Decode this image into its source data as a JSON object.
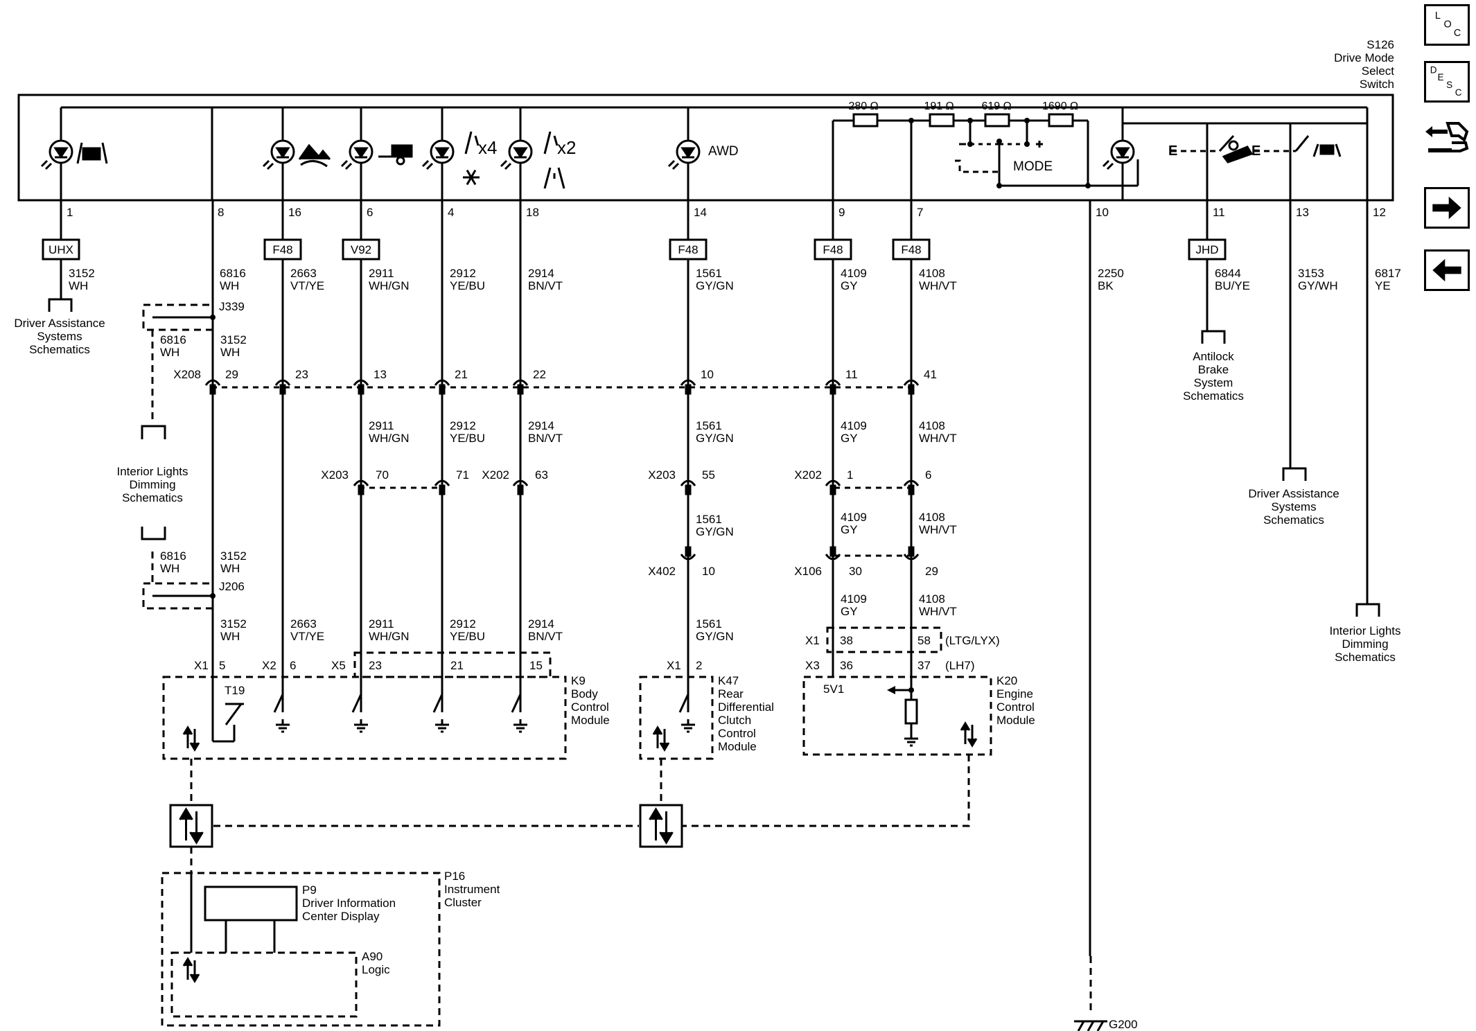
{
  "switch": {
    "ref": "S126",
    "name_lines": [
      "Drive Mode",
      "Select",
      "Switch"
    ],
    "resistors": [
      "280 Ω",
      "191 Ω",
      "619 Ω",
      "1690 Ω"
    ],
    "awd_label": "AWD",
    "mode_label": "MODE",
    "x4_label": "x4",
    "x2_label": "x2"
  },
  "pins": [
    {
      "pin": "1",
      "option": "UHX",
      "circuit": "3152",
      "color": "WH"
    },
    {
      "pin": "8",
      "option": "",
      "circuit": "6816",
      "color": "WH"
    },
    {
      "pin": "16",
      "option": "F48",
      "circuit": "2663",
      "color": "VT/YE"
    },
    {
      "pin": "6",
      "option": "V92",
      "circuit": "2911",
      "color": "WH/GN"
    },
    {
      "pin": "4",
      "option": "",
      "circuit": "2912",
      "color": "YE/BU"
    },
    {
      "pin": "18",
      "option": "",
      "circuit": "2914",
      "color": "BN/VT"
    },
    {
      "pin": "14",
      "option": "F48",
      "circuit": "1561",
      "color": "GY/GN"
    },
    {
      "pin": "9",
      "option": "F48",
      "circuit": "4109",
      "color": "GY"
    },
    {
      "pin": "7",
      "option": "F48",
      "circuit": "4108",
      "color": "WH/VT"
    },
    {
      "pin": "10",
      "option": "",
      "circuit": "2250",
      "color": "BK"
    },
    {
      "pin": "11",
      "option": "JHD",
      "circuit": "6844",
      "color": "BU/YE"
    },
    {
      "pin": "13",
      "option": "",
      "circuit": "3153",
      "color": "GY/WH"
    },
    {
      "pin": "12",
      "option": "",
      "circuit": "6817",
      "color": "YE"
    }
  ],
  "connectors": {
    "x208": {
      "name": "X208",
      "pins": [
        "29",
        "23",
        "13",
        "21",
        "22",
        "10",
        "11",
        "41"
      ]
    },
    "x203a": {
      "name": "X203",
      "pins": [
        "70",
        "71"
      ]
    },
    "x202a": {
      "name": "X202",
      "pin": "63"
    },
    "x203b": {
      "name": "X203",
      "pin": "55"
    },
    "x202b": {
      "name": "X202",
      "pins": [
        "1",
        "6"
      ]
    },
    "x402": {
      "name": "X402",
      "pin": "10"
    },
    "x106": {
      "name": "X106",
      "pins": [
        "30",
        "29"
      ]
    },
    "j339": "J339",
    "j206": "J206"
  },
  "references": {
    "das_left": [
      "Driver Assistance",
      "Systems",
      "Schematics"
    ],
    "ild_left": [
      "Interior Lights",
      "Dimming",
      "Schematics"
    ],
    "abs": [
      "Antilock",
      "Brake",
      "System",
      "Schematics"
    ],
    "das_right": [
      "Driver Assistance",
      "Systems",
      "Schematics"
    ],
    "ild_right": [
      "Interior Lights",
      "Dimming",
      "Schematics"
    ]
  },
  "modules": {
    "k9": {
      "ref": "K9",
      "lines": [
        "Body",
        "Control",
        "Module"
      ],
      "x1": "X1",
      "x2": "X2",
      "x5": "X5",
      "pin5": "5",
      "pin6": "6",
      "pin23": "23",
      "pin21": "21",
      "pin15": "15",
      "t19": "T19"
    },
    "k47": {
      "ref": "K47",
      "lines": [
        "Rear",
        "Differential",
        "Clutch",
        "Control",
        "Module"
      ],
      "x1": "X1",
      "pin2": "2"
    },
    "k20": {
      "ref": "K20",
      "lines": [
        "Engine",
        "Control",
        "Module"
      ],
      "x1": "X1",
      "x3": "X3",
      "pin38": "38",
      "pin58": "58",
      "pin36": "36",
      "pin37": "37",
      "ltg": "(LTG/LYX)",
      "lh7": "(LH7)",
      "v5": "5V1"
    },
    "p16": {
      "ref": "P16",
      "lines": [
        "Instrument",
        "Cluster"
      ]
    },
    "p9": {
      "ref": "P9",
      "lines": [
        "Driver Information",
        "Center Display"
      ]
    },
    "a90": {
      "ref": "A90",
      "lines": [
        "Logic"
      ]
    }
  },
  "ground": "G200",
  "nav": {
    "loc_letters": [
      "L",
      "O",
      "C"
    ],
    "desc_letters": [
      "D",
      "E",
      "S",
      "C"
    ],
    "icons": [
      "connector-swap-icon",
      "arrow-right-icon",
      "arrow-left-icon"
    ]
  }
}
